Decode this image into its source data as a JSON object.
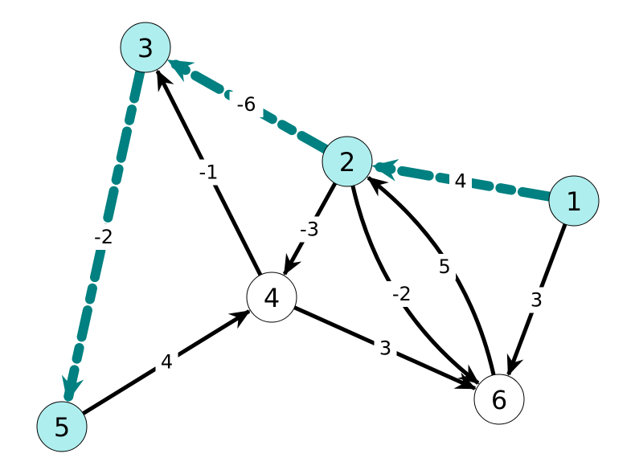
{
  "colors": {
    "highlight_edge": "#008080",
    "highlight_node": "#afeeee",
    "normal_edge": "#000000",
    "normal_node": "#ffffff",
    "node_stroke": "#000000"
  },
  "nodes": [
    {
      "id": "1",
      "label": "1",
      "highlighted": true
    },
    {
      "id": "2",
      "label": "2",
      "highlighted": true
    },
    {
      "id": "3",
      "label": "3",
      "highlighted": true
    },
    {
      "id": "4",
      "label": "4",
      "highlighted": false
    },
    {
      "id": "5",
      "label": "5",
      "highlighted": true
    },
    {
      "id": "6",
      "label": "6",
      "highlighted": false
    }
  ],
  "edges": [
    {
      "from": "1",
      "to": "2",
      "weight": "4",
      "highlighted": true
    },
    {
      "from": "2",
      "to": "3",
      "weight": "-6",
      "highlighted": true
    },
    {
      "from": "3",
      "to": "5",
      "weight": "-2",
      "highlighted": true
    },
    {
      "from": "1",
      "to": "6",
      "weight": "3",
      "highlighted": false
    },
    {
      "from": "2",
      "to": "4",
      "weight": "-3",
      "highlighted": false
    },
    {
      "from": "2",
      "to": "6",
      "weight": "-2",
      "highlighted": false
    },
    {
      "from": "6",
      "to": "2",
      "weight": "5",
      "highlighted": false
    },
    {
      "from": "4",
      "to": "3",
      "weight": "-1",
      "highlighted": false
    },
    {
      "from": "4",
      "to": "6",
      "weight": "3",
      "highlighted": false
    },
    {
      "from": "5",
      "to": "4",
      "weight": "4",
      "highlighted": false
    }
  ]
}
